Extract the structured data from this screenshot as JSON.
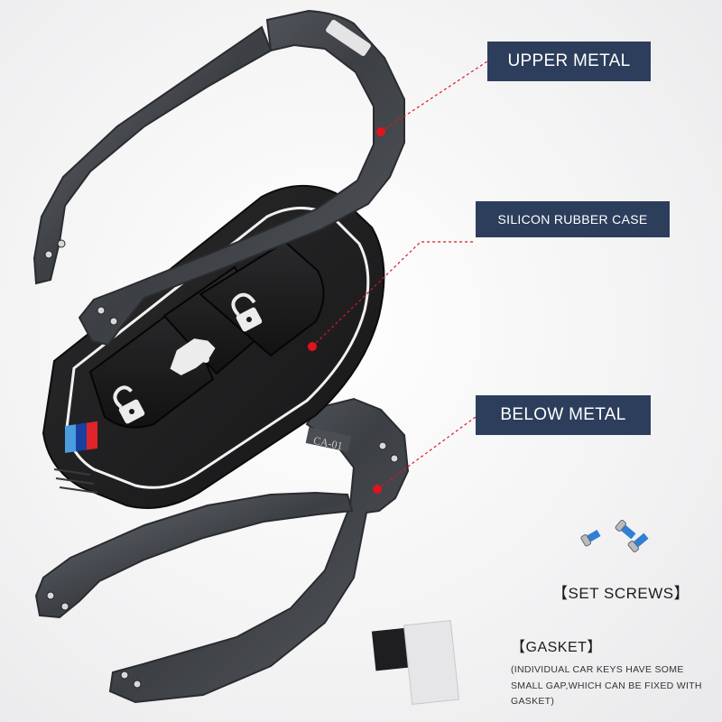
{
  "labels": {
    "upper_metal": "UPPER METAL",
    "silicon_rubber_case": "SILICON RUBBER CASE",
    "below_metal": "BELOW METAL"
  },
  "captions": {
    "set_screws": "【SET SCREWS】",
    "gasket": "【GASKET】",
    "gasket_note": "(INDIVIDUAL CAR KEYS HAVE SOME SMALL GAP,WHICH CAN BE FIXED WITH GASKET)"
  },
  "part_marking": "CA-01",
  "colors": {
    "label_background": "#2c3e5c",
    "label_text": "#ffffff",
    "leader_dot": "#e0141e",
    "stripe_blue_light": "#4a9ee0",
    "stripe_blue_dark": "#1a3f9e",
    "stripe_red": "#e0242a"
  },
  "icons": [
    "unlock-icon",
    "trunk-icon",
    "lock-icon"
  ]
}
